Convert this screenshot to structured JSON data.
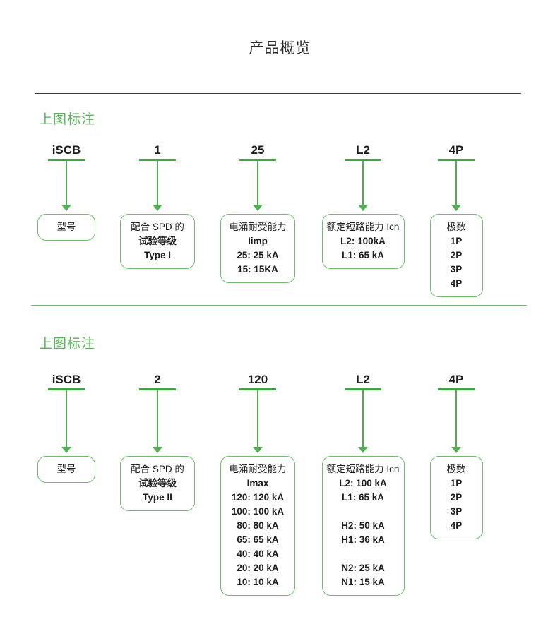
{
  "document": {
    "title": "产品概览"
  },
  "sections": [
    {
      "heading": "上图标注",
      "columns": [
        {
          "code": "iSCB",
          "box_lines": [
            "型号"
          ]
        },
        {
          "code": "1",
          "box_lines": [
            "配合 SPD 的",
            "试验等级",
            "Type I"
          ]
        },
        {
          "code": "25",
          "box_lines": [
            "电涌耐受能力",
            "Iimp",
            "25: 25 kA",
            "15: 15KA"
          ]
        },
        {
          "code": "L2",
          "box_lines": [
            "额定短路能力 Icn",
            "L2: 100kA",
            "L1: 65 kA"
          ]
        },
        {
          "code": "4P",
          "box_lines": [
            "极数",
            "1P",
            "2P",
            "3P",
            "4P"
          ]
        }
      ]
    },
    {
      "heading": "上图标注",
      "columns": [
        {
          "code": "iSCB",
          "box_lines": [
            "型号"
          ]
        },
        {
          "code": "2",
          "box_lines": [
            "配合 SPD 的",
            "试验等级",
            "Type II"
          ]
        },
        {
          "code": "120",
          "box_lines": [
            "电涌耐受能力",
            "Imax",
            "120: 120 kA",
            "100: 100 kA",
            "80: 80 kA",
            "65: 65 kA",
            "40: 40 kA",
            "20: 20 kA",
            "10: 10 kA"
          ]
        },
        {
          "code": "L2",
          "box_lines": [
            "额定短路能力 Icn",
            "L2: 100 kA",
            "L1: 65 kA",
            "",
            "H2: 50 kA",
            "H1: 36 kA",
            "",
            "N2: 25 kA",
            "N1: 15 kA"
          ]
        },
        {
          "code": "4P",
          "box_lines": [
            "极数",
            "1P",
            "2P",
            "3P",
            "4P"
          ]
        }
      ]
    }
  ],
  "colors": {
    "accent_green": "#56b756",
    "line_green": "#6cc06c",
    "arrow_green": "#4eb14e",
    "divider_dark": "#3a3a3a",
    "text": "#1d1d1d"
  }
}
